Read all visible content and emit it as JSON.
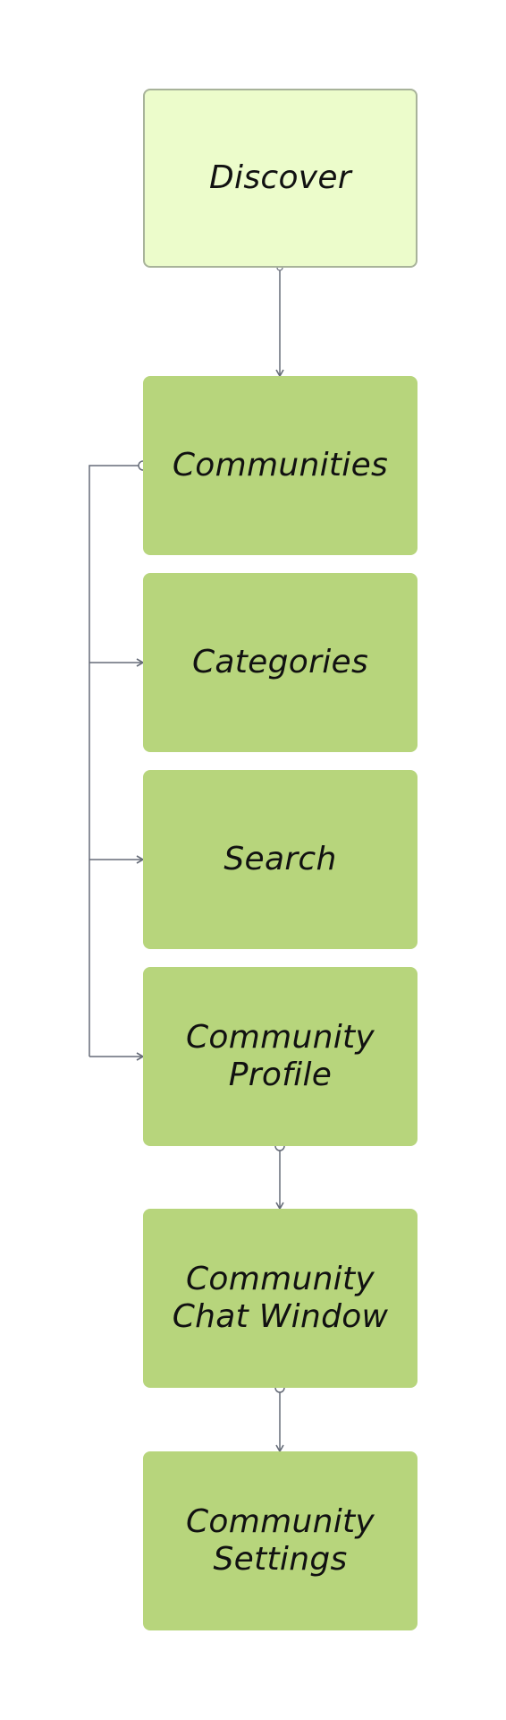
{
  "diagram": {
    "nodes": [
      {
        "id": "discover",
        "label": "Discover",
        "style": "root"
      },
      {
        "id": "communities",
        "label": "Communities",
        "style": "child"
      },
      {
        "id": "categories",
        "label": "Categories",
        "style": "child"
      },
      {
        "id": "search",
        "label": "Search",
        "style": "child"
      },
      {
        "id": "community-profile",
        "label": "Community\nProfile",
        "style": "child"
      },
      {
        "id": "community-chat-window",
        "label": "Community\nChat Window",
        "style": "child"
      },
      {
        "id": "community-settings",
        "label": "Community\nSettings",
        "style": "child"
      }
    ],
    "edges": [
      {
        "from": "discover",
        "to": "communities"
      },
      {
        "from": "communities",
        "to": "categories"
      },
      {
        "from": "communities",
        "to": "search"
      },
      {
        "from": "communities",
        "to": "community-profile"
      },
      {
        "from": "community-profile",
        "to": "community-chat-window"
      },
      {
        "from": "community-chat-window",
        "to": "community-settings"
      }
    ],
    "colors": {
      "root_fill": "#ecfccb",
      "root_border": "#a8b39a",
      "node_fill": "#b7d57c",
      "connector": "#666c78",
      "text": "#111111"
    }
  }
}
